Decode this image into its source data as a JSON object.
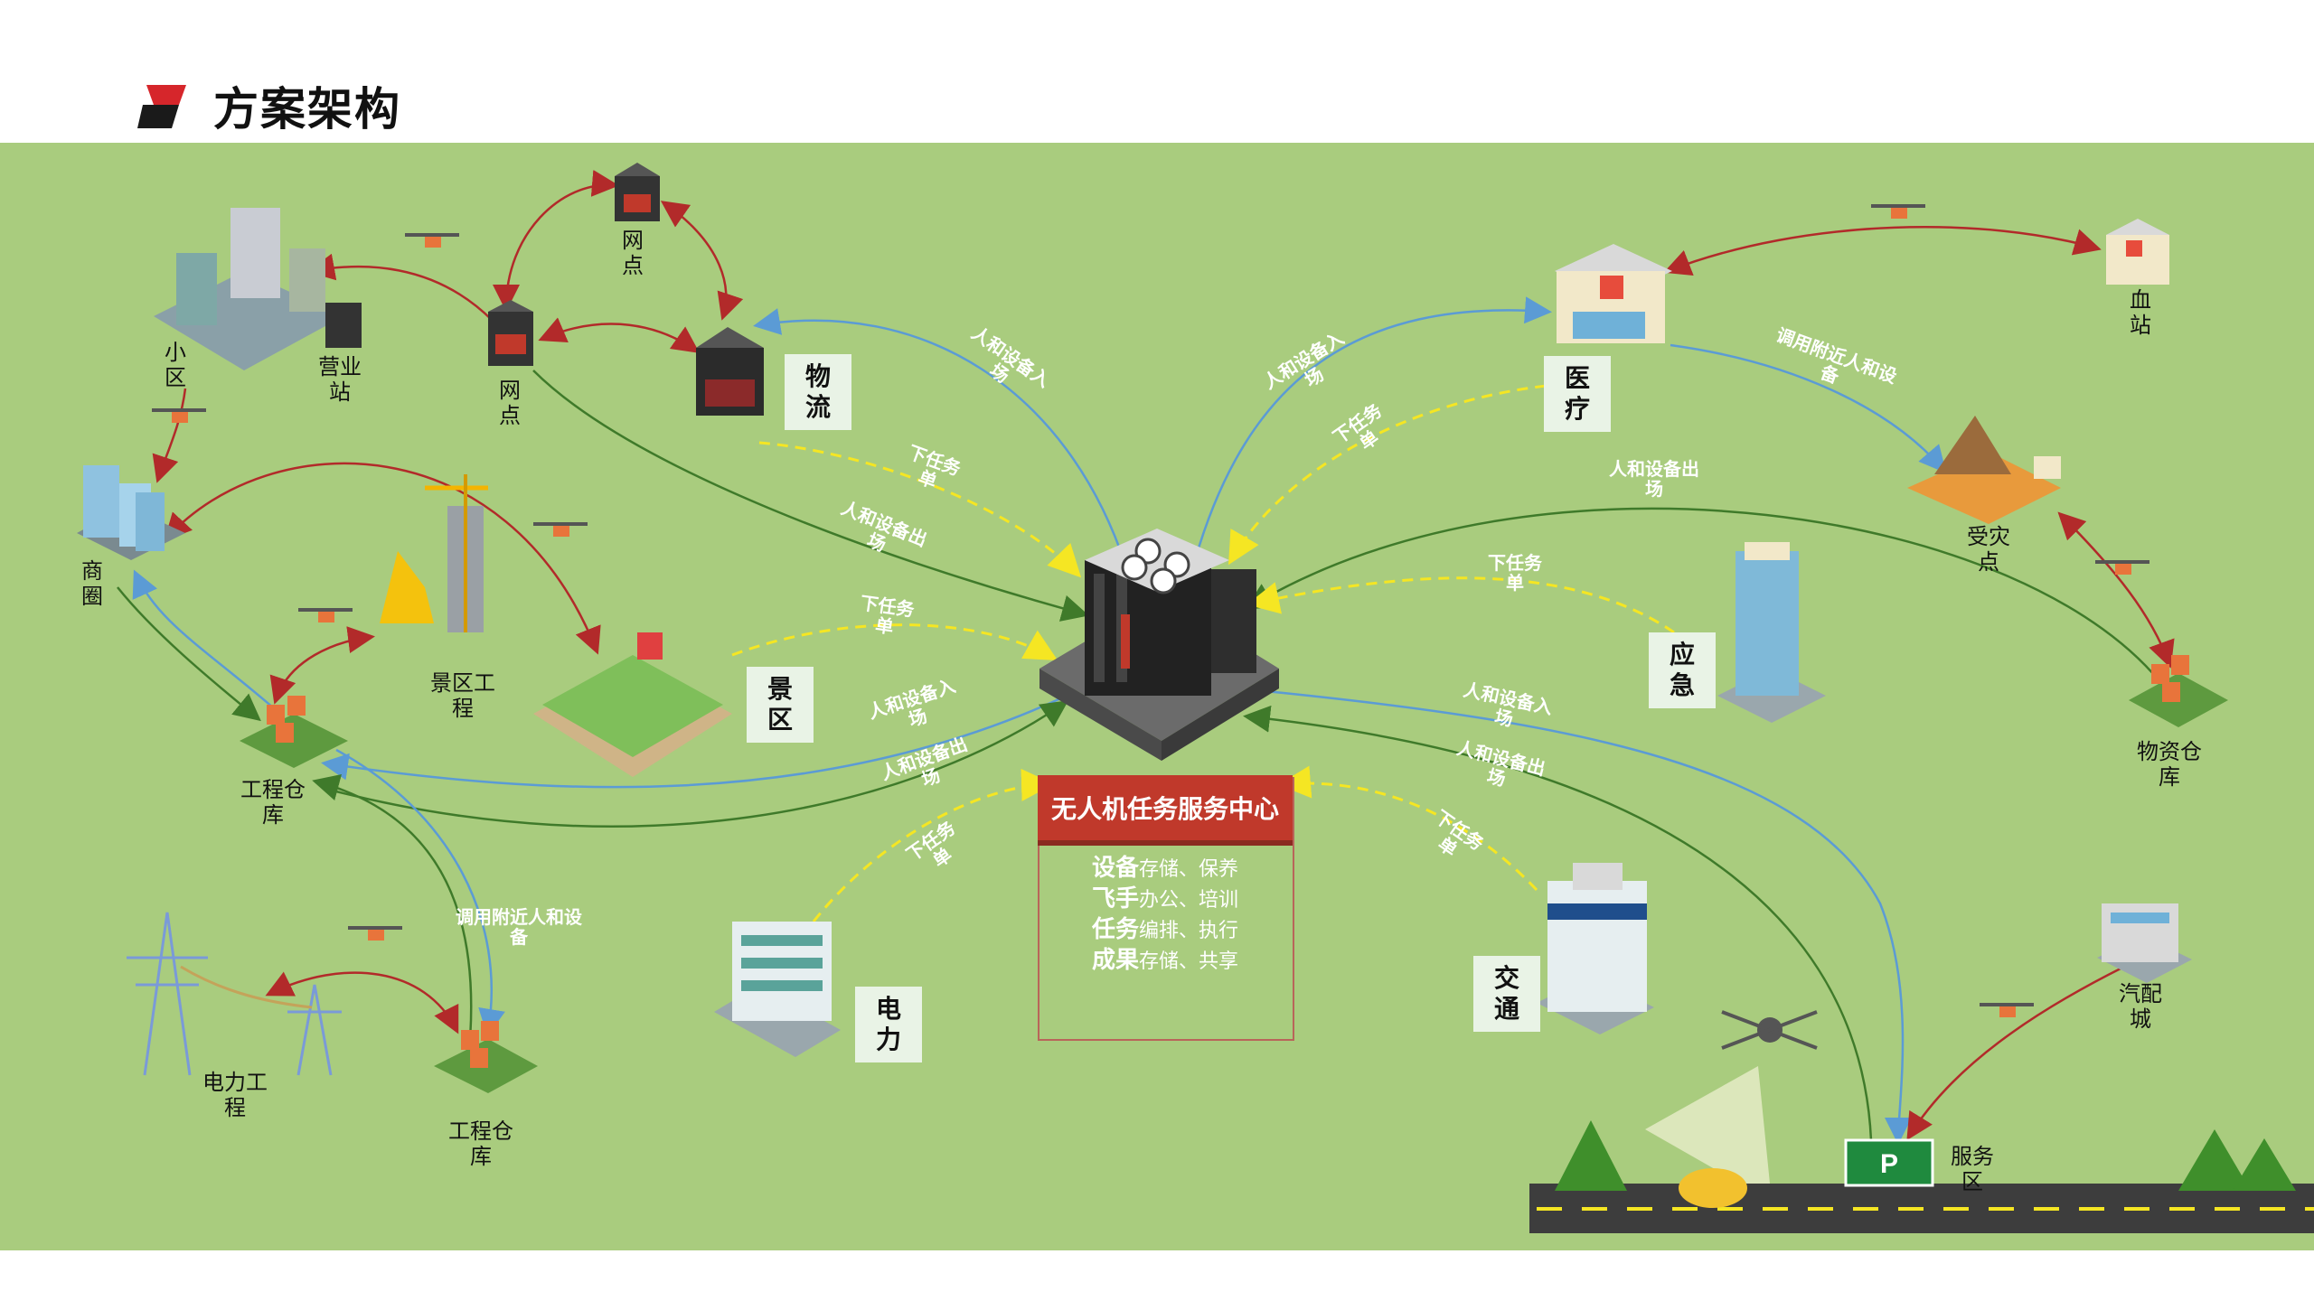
{
  "header": {
    "title": "方案架构"
  },
  "center": {
    "title": "无人机任务服务中心",
    "lines": [
      {
        "key": "设备",
        "rest": "存储、保养"
      },
      {
        "key": "飞手",
        "rest": "办公、培训"
      },
      {
        "key": "任务",
        "rest": "编排、执行"
      },
      {
        "key": "成果",
        "rest": "存储、共享"
      }
    ]
  },
  "nodes": {
    "wangdian_top": "网\n点",
    "wangdian_mid": "网\n点",
    "xiaoqu": "小\n区",
    "yingyezhan": "营业\n站",
    "shangquan": "商\n圈",
    "jingqu_gongcheng": "景区工\n程",
    "gongcheng_cangku_1": "工程仓\n库",
    "dianli_gongcheng": "电力工\n程",
    "gongcheng_cangku_2": "工程仓\n库",
    "xuezhan": "血\n站",
    "shouzaidian": "受灾\n点",
    "wuzi_cangku": "物资仓\n库",
    "qipeicheng": "汽配\n城",
    "fuwuqu": "服务\n区"
  },
  "tags": {
    "wuliu": "物\n流",
    "jingqu": "景\n区",
    "dianli": "电\n力",
    "yiliao": "医\n疗",
    "yingji": "应\n急",
    "jiaotong": "交\n通"
  },
  "arrow_labels": {
    "wuliu_in": "人和设备入\n场",
    "wuliu_task": "下任务\n单",
    "wangdian_out": "人和设备出\n场",
    "jingqu_task": "下任务\n单",
    "cangku_in": "人和设备入\n场",
    "cangku_out": "人和设备出\n场",
    "dianli_task": "下任务\n单",
    "yiliao_in": "人和设备入\n场",
    "yiliao_task": "下任务\n单",
    "yiliao_dispatch": "调用附近人和设\n备",
    "wuzi_out": "人和设备出\n场",
    "yingji_task": "下任务\n单",
    "fuwuqu_in": "人和设备入\n场",
    "fuwuqu_out": "人和设备出\n场",
    "jiaotong_task": "下任务\n单",
    "cangku_dispatch": "调用附近人和设\n备"
  },
  "colors": {
    "background": "#a9cc7e",
    "blue_arrow": "#5b9bd5",
    "green_arrow": "#3f7a2a",
    "red_arrow": "#b22a2a",
    "yellow_dash": "#f5e623",
    "title_red": "#c0392b"
  }
}
